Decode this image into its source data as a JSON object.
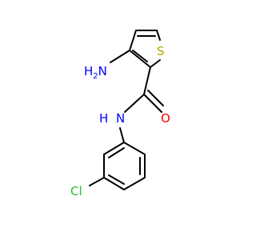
{
  "molecule": {
    "atom_labels": {
      "amino_group": "H2N",
      "sulfur": "S",
      "amide_nitrogen_n": "N",
      "amide_nitrogen_h": "H",
      "carbonyl_oxygen": "O",
      "chlorine": "Cl"
    },
    "colors": {
      "bond": "#000000",
      "nitrogen": "#0000ff",
      "sulfur": "#b3a600",
      "oxygen": "#ff0000",
      "chlorine": "#2db92d"
    }
  }
}
